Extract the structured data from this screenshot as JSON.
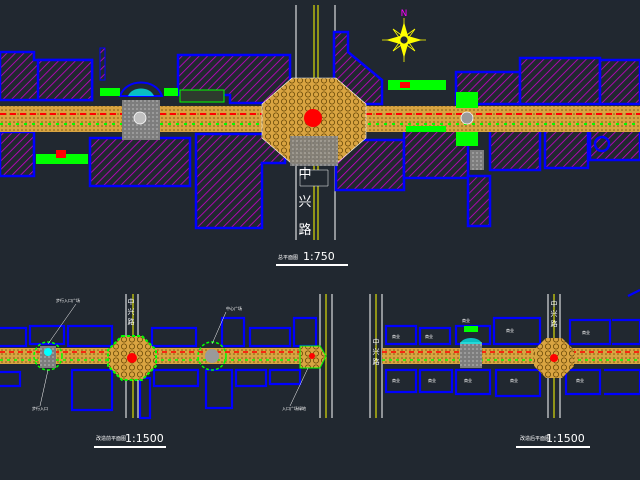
{
  "colors": {
    "background": "#212830",
    "building_outline": "#0000ff",
    "building_hatch": "#cc00cc",
    "paving": "#d9a441",
    "green": "#00ff00",
    "red": "#ff0000",
    "cyan": "#00ffff",
    "white": "#ffffff",
    "gray_paving": "#8f8f8f",
    "compass": "#ffff00",
    "north_letter": "#ff00ff"
  },
  "compass": {
    "north_label": "N",
    "icon": "compass-rose-icon"
  },
  "top_plan": {
    "road_label_chars": [
      "中",
      "兴",
      "路"
    ],
    "title_label": "总平面图",
    "scale_label": "1:750"
  },
  "bottom_left_plan": {
    "title_label": "改造前平面图",
    "scale_label": "1:1500",
    "road_label_chars": [
      "中",
      "兴",
      "路"
    ],
    "annotations": [
      "步行入口广场",
      "中心广场",
      "步行入口",
      "入口广场绿地"
    ]
  },
  "bottom_right_plan": {
    "title_label": "改造后平面图",
    "scale_label": "1:1500",
    "road_label_chars": [
      "中",
      "兴",
      "路"
    ],
    "left_road_chars": [
      "中",
      "兴",
      "路"
    ],
    "labels": [
      "商业",
      "商业",
      "商业",
      "商业",
      "商业",
      "商业",
      "商业",
      "商业",
      "商业",
      "商业"
    ]
  }
}
